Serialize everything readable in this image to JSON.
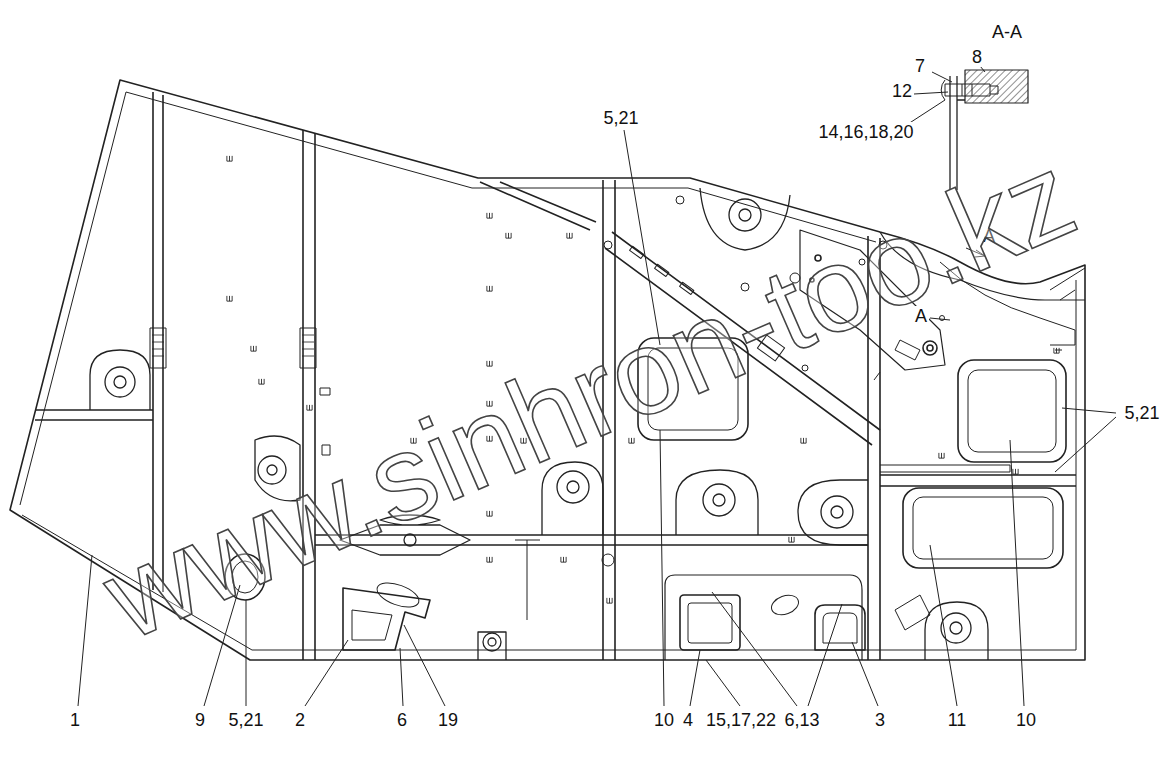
{
  "diagram": {
    "labels": [
      "A-A",
      "8",
      "7",
      "12",
      "14,16,18,20",
      "A",
      "A",
      "5,21",
      "5,21",
      "1",
      "9",
      "5,21",
      "2",
      "6",
      "19",
      "10",
      "4",
      "15,17,22",
      "6,13",
      "3",
      "11",
      "10",
      "www.sinhron-too.kz"
    ]
  }
}
